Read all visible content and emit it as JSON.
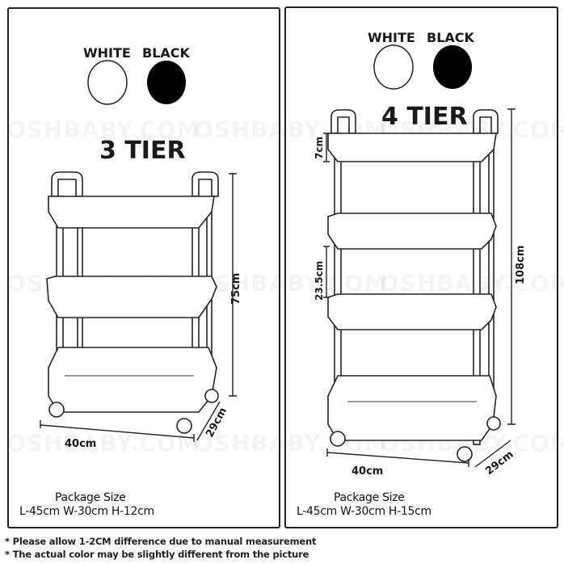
{
  "watermark": "OSHBABY.COM",
  "colors": {
    "white": "#ffffff",
    "black": "#000000"
  },
  "three_tier": {
    "title": "3 TIER",
    "color_labels": [
      "WHITE",
      "BLACK"
    ],
    "dimensions": {
      "height": "75cm",
      "length": "40cm",
      "width": "29cm"
    },
    "package_title": "Package Size",
    "package_size": "L-45cm W-30cm H-12cm"
  },
  "four_tier": {
    "title": "4 TIER",
    "color_labels": [
      "WHITE",
      "BLACK"
    ],
    "dimensions": {
      "height": "108cm",
      "length": "40cm",
      "width": "29cm",
      "basket_depth": "7cm",
      "tier_spacing": "23.5cm"
    },
    "package_title": "Package Size",
    "package_size": "L-45cm W-30cm H-15cm"
  },
  "notes": [
    "* Please allow 1-2CM difference due to manual measurement",
    "* The actual color may be slightly different from the picture"
  ]
}
